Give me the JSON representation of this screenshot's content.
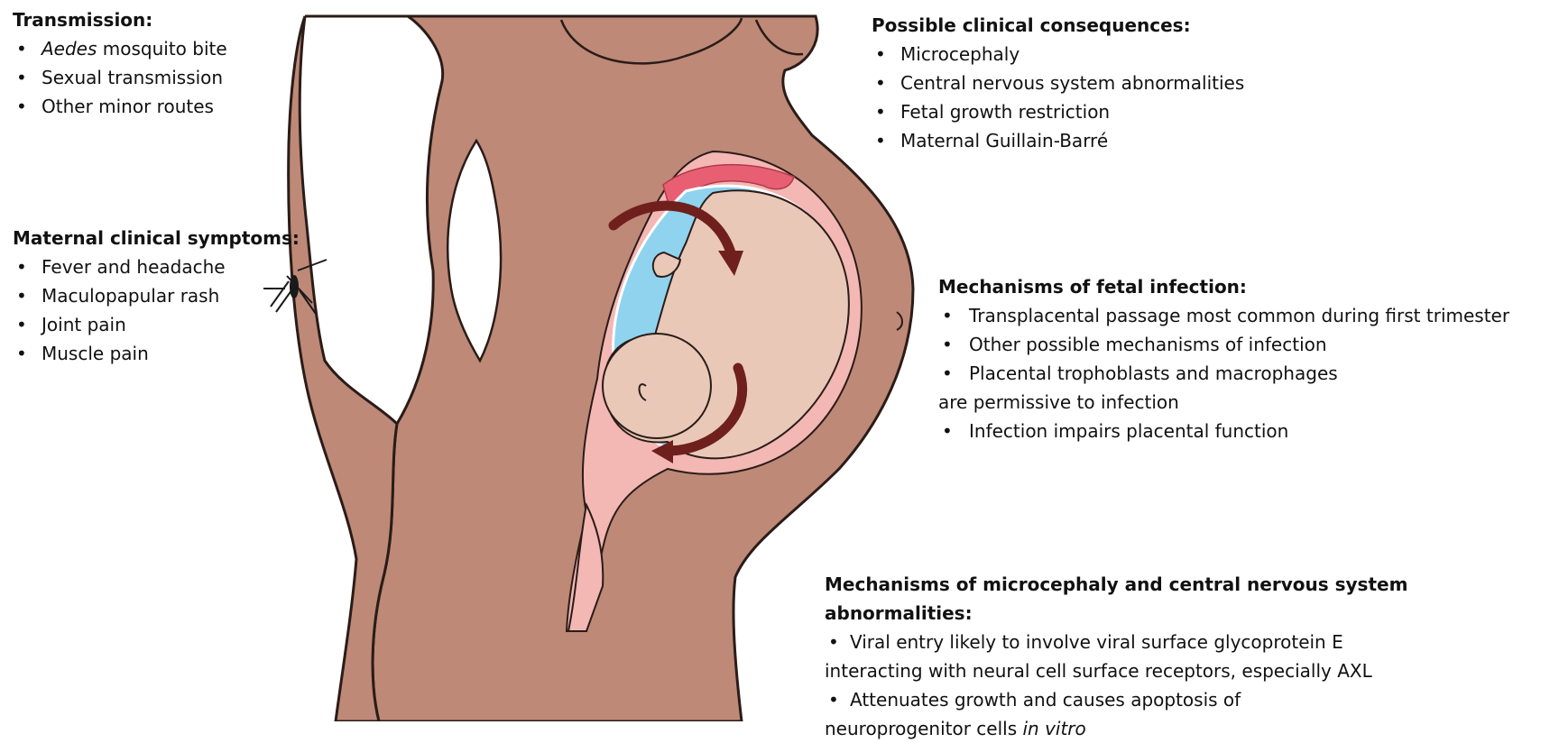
{
  "transmission": {
    "title": "Transmission:",
    "items": [
      {
        "italic": "Aedes",
        "text": " mosquito bite"
      },
      {
        "italic": "",
        "text": "Sexual transmission"
      },
      {
        "italic": "",
        "text": "Other minor routes"
      }
    ]
  },
  "maternal_symptoms": {
    "title": "Maternal clinical symptoms:",
    "items": [
      "Fever and headache",
      "Maculopapular rash",
      "Joint pain",
      "Muscle pain"
    ]
  },
  "clinical_consequences": {
    "title": "Possible clinical consequences:",
    "items": [
      "Microcephaly",
      "Central nervous system abnormalities",
      "Fetal growth restriction",
      "Maternal Guillain-Barré"
    ]
  },
  "fetal_infection": {
    "title": "Mechanisms of fetal infection:",
    "items": [
      "Transplacental passage most common during first trimester",
      "Other possible mechanisms of infection",
      "Placental trophoblasts and macrophages"
    ],
    "continuation": "are permissive to infection",
    "last_item": "Infection impairs placental function"
  },
  "microcephaly": {
    "title": "Mechanisms of microcephaly and central nervous system abnormalities:",
    "item1": "Viral entry likely to involve viral surface glycoprotein E",
    "item1_cont": "interacting with neural cell surface receptors, especially AXL",
    "item2": "Attenuates growth and causes apoptosis of",
    "item2_cont": "neuroprogenitor cells ",
    "item2_cont_italic": "in vitro"
  },
  "colors": {
    "skin": "#be8977",
    "skin_outline": "#2a1c18",
    "uterus_wall": "#f3b7b4",
    "placenta": "#e85f74",
    "amniotic": "#8fd3ef",
    "fetus": "#e9c8b8",
    "arrow": "#6f1f1c"
  }
}
